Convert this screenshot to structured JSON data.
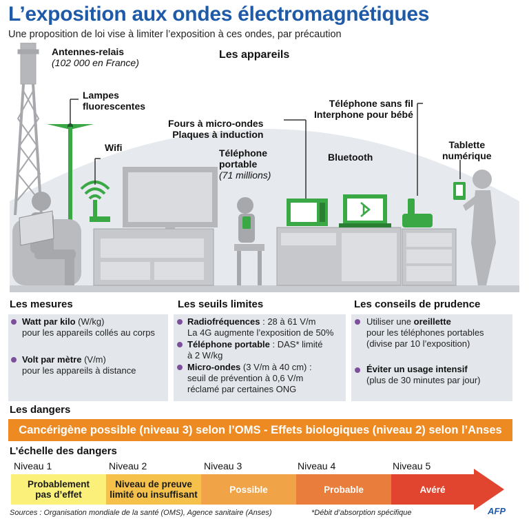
{
  "title": "L’exposition aux ondes électromagnétiques",
  "subtitle": "Une proposition de loi vise à limiter l’exposition à ces ondes, par précaution",
  "appareils_heading": "Les appareils",
  "devices": {
    "antennes": {
      "label": "Antennes-relais",
      "sub": "(102 000 en France)"
    },
    "lampes": {
      "label_1": "Lampes",
      "label_2": "fluorescentes"
    },
    "wifi": {
      "label": "Wifi"
    },
    "fours": {
      "label_1": "Fours à micro-ondes",
      "label_2": "Plaques à induction"
    },
    "telephone_portable": {
      "label_1": "Téléphone",
      "label_2": "portable",
      "sub": "(71 millions)"
    },
    "bluetooth": {
      "label": "Bluetooth"
    },
    "telephone_sans_fil": {
      "label_1": "Téléphone sans fil",
      "label_2": "Interphone pour bébé"
    },
    "tablette": {
      "label_1": "Tablette",
      "label_2": "numérique"
    }
  },
  "mesures": {
    "heading": "Les mesures",
    "items": [
      {
        "bold": "Watt par kilo",
        "rest": " (W/kg)",
        "line2": "pour les appareils collés au corps"
      },
      {
        "bold": "Volt par mètre",
        "rest": " (V/m)",
        "line2": "pour les appareils à distance"
      }
    ]
  },
  "seuils": {
    "heading": "Les seuils limites",
    "items": [
      {
        "bold": "Radiofréquences",
        "rest": " : 28 à 61 V/m",
        "line2": "La 4G augmente l’exposition de 50%"
      },
      {
        "bold": "Téléphone portable",
        "rest": " : DAS* limité",
        "line2": "à 2 W/kg"
      },
      {
        "bold": "Micro-ondes",
        "rest": " (3 V/m à 40 cm) :",
        "line2": "seuil de prévention à 0,6 V/m",
        "line3": "réclamé par certaines ONG"
      }
    ]
  },
  "conseils": {
    "heading": "Les conseils de prudence",
    "items": [
      {
        "pre": "Utiliser une ",
        "bold": "oreillette",
        "line2": "pour les téléphones portables",
        "line3": "(divise par 10 l’exposition)"
      },
      {
        "pre": "",
        "bold": "Éviter un usage intensif",
        "line2": "(plus de 30 minutes par jour)"
      }
    ]
  },
  "dangers": {
    "heading": "Les dangers",
    "bar_text": "Cancérigène possible (niveau 3) selon l’OMS - Effets biologiques (niveau 2) selon l’Anses"
  },
  "echelle": {
    "heading": "L’échelle des dangers",
    "levels": [
      {
        "label": "Niveau 1",
        "line1": "Probablement",
        "line2": "pas d’effet",
        "color": "#fbf07a"
      },
      {
        "label": "Niveau 2",
        "line1": "Niveau de preuve",
        "line2": "limité ou insuffisant",
        "color": "#f6c14a"
      },
      {
        "label": "Niveau 3",
        "line1": "Possible",
        "line2": "",
        "color": "#f0a347"
      },
      {
        "label": "Niveau 4",
        "line1": "Probable",
        "line2": "",
        "color": "#e97d3c"
      },
      {
        "label": "Niveau 5",
        "line1": "Avéré",
        "line2": "",
        "color": "#e2452f"
      }
    ]
  },
  "footer": {
    "sources": "Sources : Organisation mondiale de la santé (OMS), Agence sanitaire (Anses)",
    "footnote": "*Débit d’absorption spécifique",
    "logo": "AFP"
  },
  "colors": {
    "title": "#1e5aa8",
    "device_green": "#3aa845",
    "bullet": "#7d4e9a",
    "danger_bar": "#ee8a22",
    "panel": "#e3e7ec",
    "scene_grey": "#a6a8ab"
  }
}
